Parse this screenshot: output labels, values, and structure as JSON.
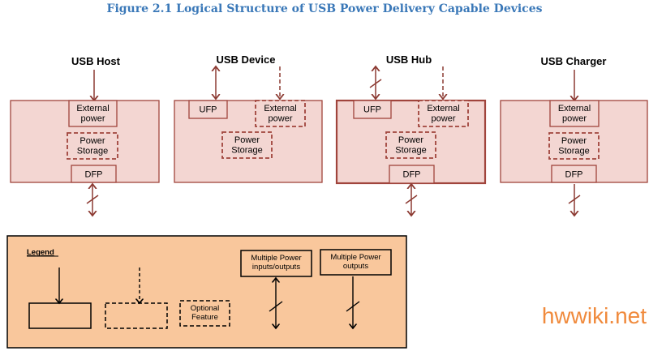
{
  "title": "Figure 2.1 Logical Structure of USB Power Delivery Capable Devices",
  "devices": [
    {
      "name": "USB Host",
      "external_power": "External\npower",
      "power_storage": "Power\nStorage",
      "dfp": "DFP"
    },
    {
      "name": "USB Device",
      "ufp": "UFP",
      "external_power": "External\npower",
      "power_storage": "Power\nStorage"
    },
    {
      "name": "USB Hub",
      "ufp": "UFP",
      "external_power": "External\npower",
      "power_storage": "Power\nStorage",
      "dfp": "DFP"
    },
    {
      "name": "USB Charger",
      "external_power": "External\npower",
      "power_storage": "Power\nStorage",
      "dfp": "DFP"
    }
  ],
  "legend": {
    "heading": "Legend",
    "optional_feature": "Optional\nFeature",
    "multi_io": "Multiple Power\ninputs/outputs",
    "multi_out": "Multiple Power\noutputs"
  },
  "watermark": "hwwiki.net",
  "colors": {
    "title": "#3a78b8",
    "box_fill": "#f3d6d2",
    "box_stroke": "#a0443c",
    "legend_fill": "#f9c79c",
    "watermark": "#f08a3c"
  }
}
